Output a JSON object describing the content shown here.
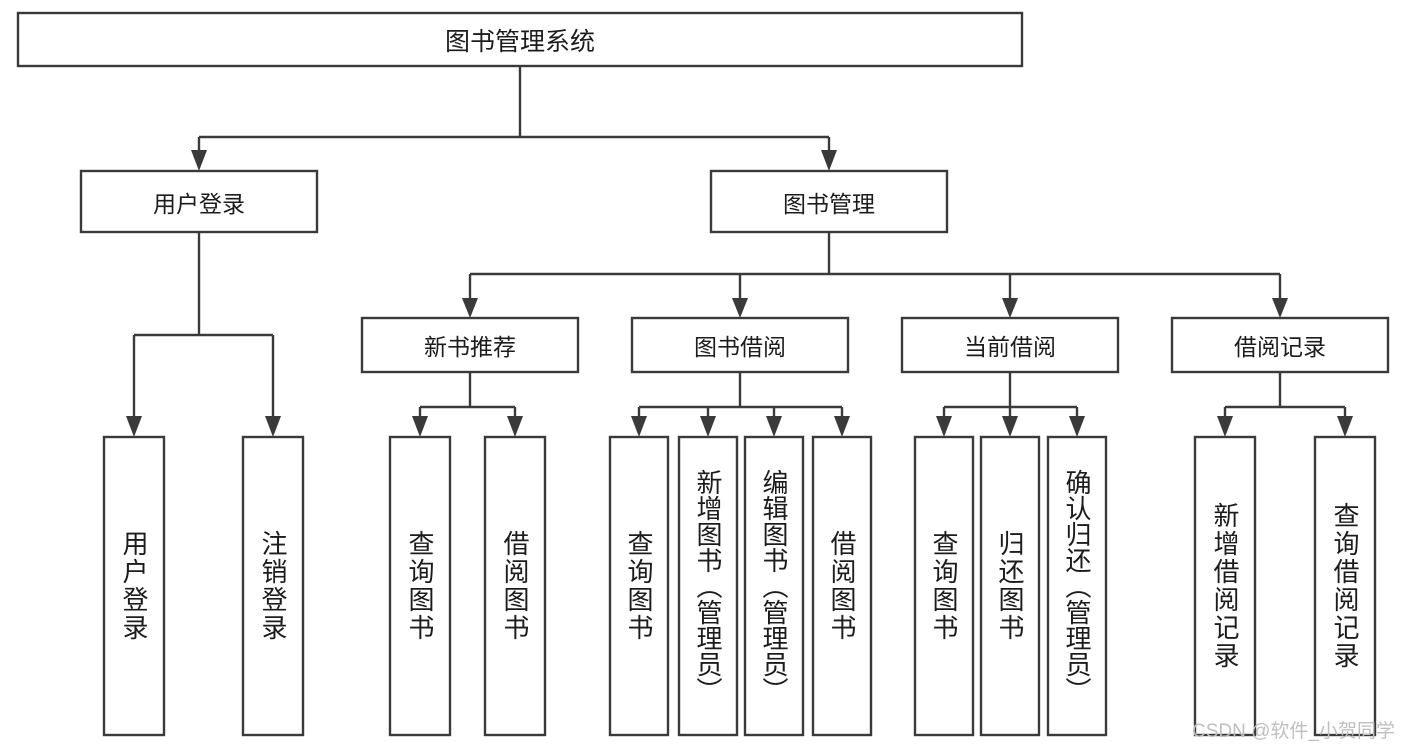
{
  "diagram": {
    "title": "图书管理系统",
    "type": "tree-hierarchy",
    "watermark": "CSDN @软件_小贺同学",
    "colors": {
      "stroke": "#3a3a3a",
      "box_fill": "#ffffff",
      "text": "#1c1c1c",
      "watermark": "#bfbfbf",
      "background": "#ffffff"
    },
    "root": {
      "label": "图书管理系统"
    },
    "level2": [
      {
        "label": "用户登录"
      },
      {
        "label": "图书管理"
      }
    ],
    "level3": [
      {
        "label": "新书推荐",
        "parent": "图书管理"
      },
      {
        "label": "图书借阅",
        "parent": "图书管理"
      },
      {
        "label": "当前借阅",
        "parent": "图书管理"
      },
      {
        "label": "借阅记录",
        "parent": "图书管理"
      }
    ],
    "leaves": {
      "user_login": [
        {
          "label": "用户登录"
        },
        {
          "label": "注销登录"
        }
      ],
      "new_book_recommend": [
        {
          "label": "查询图书"
        },
        {
          "label": "借阅图书"
        }
      ],
      "book_borrow": [
        {
          "label": "查询图书"
        },
        {
          "label": "新增图书（管理员）"
        },
        {
          "label": "编辑图书（管理员）"
        },
        {
          "label": "借阅图书"
        }
      ],
      "current_borrow": [
        {
          "label": "查询图书"
        },
        {
          "label": "归还图书"
        },
        {
          "label": "确认归还（管理员）"
        }
      ],
      "borrow_record": [
        {
          "label": "新增借阅记录"
        },
        {
          "label": "查询借阅记录"
        }
      ]
    }
  }
}
